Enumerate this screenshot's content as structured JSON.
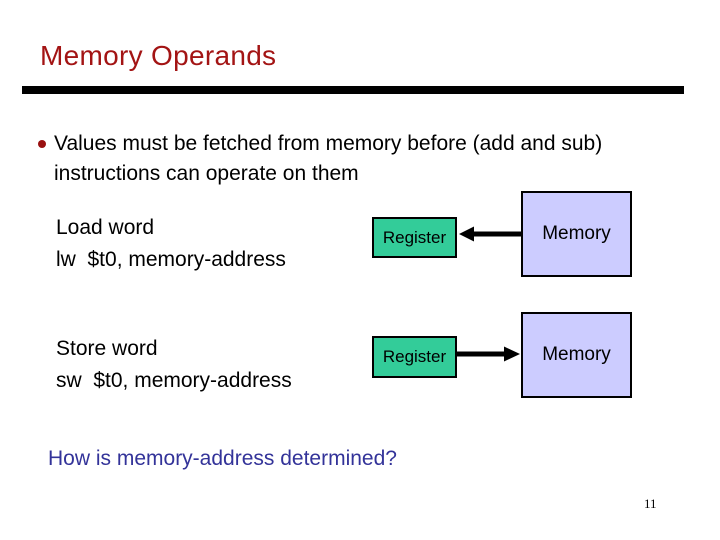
{
  "slide": {
    "title": "Memory Operands",
    "bullet": {
      "line1": "Values must be fetched from memory before (add and sub)",
      "line2": "instructions can operate on them"
    },
    "load": {
      "heading": "Load word",
      "instruction": "lw  $t0, memory-address"
    },
    "store": {
      "heading": "Store word",
      "instruction": "sw  $t0, memory-address"
    },
    "diagrams": [
      {
        "register_label": "Register",
        "memory_label": "Memory",
        "arrow_direction": "memory-to-register"
      },
      {
        "register_label": "Register",
        "memory_label": "Memory",
        "arrow_direction": "register-to-memory"
      }
    ],
    "question": "How is memory-address determined?",
    "page_number": "11"
  },
  "colors": {
    "title_text": "#a31414",
    "rule": "#000000",
    "bullet_dot": "#991111",
    "register_fill": "#33cc99",
    "memory_fill": "#ccccff",
    "question_text": "#333399"
  }
}
